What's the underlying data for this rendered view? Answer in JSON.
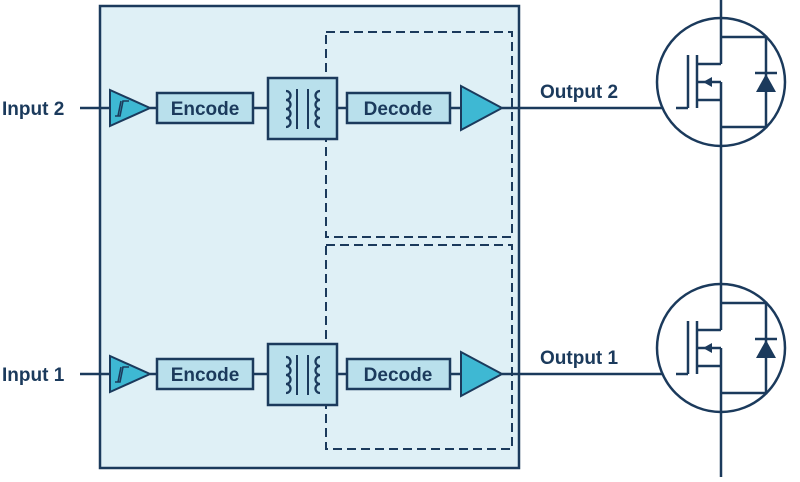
{
  "channels": [
    {
      "input_label": "Input 2",
      "encode_label": "Encode",
      "decode_label": "Decode",
      "output_label": "Output 2"
    },
    {
      "input_label": "Input 1",
      "encode_label": "Encode",
      "decode_label": "Decode",
      "output_label": "Output 1"
    }
  ],
  "colors": {
    "line": "#1b3a5c",
    "package_fill": "#dff0f6",
    "block_fill": "#b9e0ec",
    "buffer_fill": "#3eb8d3"
  },
  "icons": {
    "input_buffer": "schmitt-trigger-buffer-icon",
    "isolation": "transformer-icon",
    "output_buffer": "buffer-triangle-icon",
    "switch": "mosfet-with-body-diode-icon"
  }
}
